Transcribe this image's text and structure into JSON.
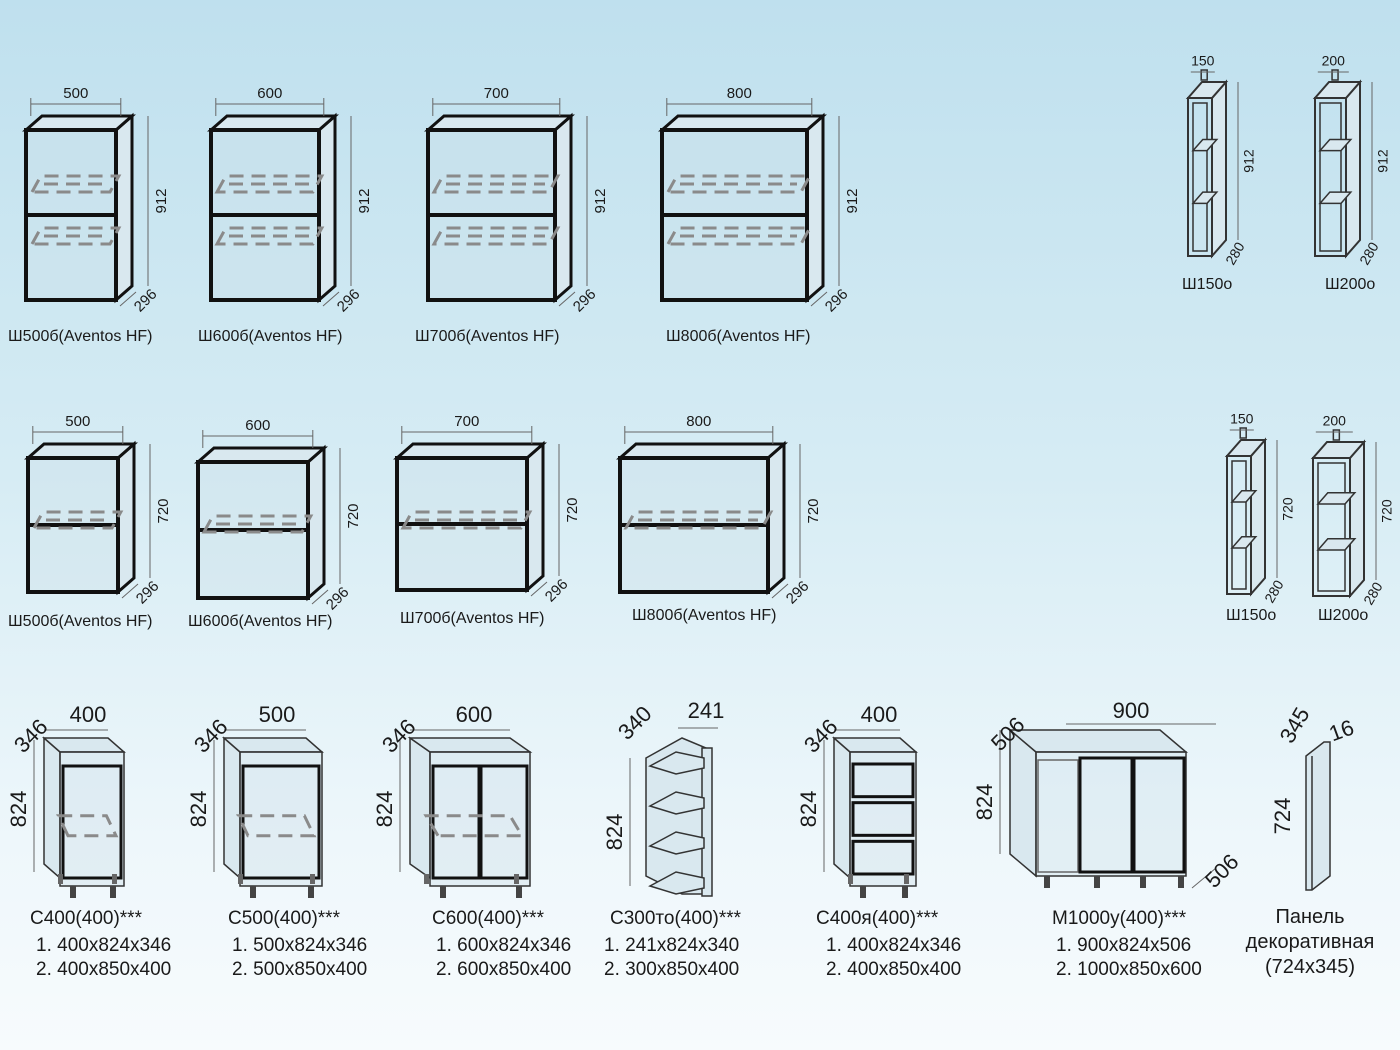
{
  "colors": {
    "cabinet_edge": "#111111",
    "cabinet_fill": "#ccdfe8",
    "side_fill": "#d9e8ef",
    "dim_line": "#666666",
    "shelf_dash": "#8a8a8a",
    "text": "#1a1a1a"
  },
  "wall_row_1": {
    "items": [
      {
        "name": "Ш500б(Aventos HF)",
        "width": "500",
        "height": "912",
        "depth": "296",
        "kind": "double",
        "shelves": 2
      },
      {
        "name": "Ш600б(Aventos HF)",
        "width": "600",
        "height": "912",
        "depth": "296",
        "kind": "double",
        "shelves": 2
      },
      {
        "name": "Ш700б(Aventos HF)",
        "width": "700",
        "height": "912",
        "depth": "296",
        "kind": "double",
        "shelves": 2
      },
      {
        "name": "Ш800б(Aventos HF)",
        "width": "800",
        "height": "912",
        "depth": "296",
        "kind": "double",
        "shelves": 2
      }
    ],
    "open": [
      {
        "name": "Ш150о",
        "width": "150",
        "height": "912",
        "depth": "280"
      },
      {
        "name": "Ш200о",
        "width": "200",
        "height": "912",
        "depth": "280"
      }
    ]
  },
  "wall_row_2": {
    "items": [
      {
        "name": "Ш500б(Aventos HF)",
        "width": "500",
        "height": "720",
        "depth": "296",
        "kind": "double",
        "shelves": 1
      },
      {
        "name": "Ш600б(Aventos HF)",
        "width": "600",
        "height": "720",
        "depth": "296",
        "kind": "double",
        "shelves": 1
      },
      {
        "name": "Ш700б(Aventos HF)",
        "width": "700",
        "height": "720",
        "depth": "296",
        "kind": "double",
        "shelves": 1
      },
      {
        "name": "Ш800б(Aventos HF)",
        "width": "800",
        "height": "720",
        "depth": "296",
        "kind": "double",
        "shelves": 1
      }
    ],
    "open": [
      {
        "name": "Ш150о",
        "width": "150",
        "height": "720",
        "depth": "280"
      },
      {
        "name": "Ш200о",
        "width": "200",
        "height": "720",
        "depth": "280"
      }
    ]
  },
  "base_row": {
    "items": [
      {
        "name": "С400(400)***",
        "width": "400",
        "height": "824",
        "depth": "346",
        "kind": "base1",
        "spec1": "1. 400х824х346",
        "spec2": "2. 400х850х400"
      },
      {
        "name": "С500(400)***",
        "width": "500",
        "height": "824",
        "depth": "346",
        "kind": "base1",
        "spec1": "1. 500х824х346",
        "spec2": "2. 500х850х400"
      },
      {
        "name": "С600(400)***",
        "width": "600",
        "height": "824",
        "depth": "346",
        "kind": "base2",
        "spec1": "1. 600х824х346",
        "spec2": "2. 600х850х400"
      },
      {
        "name": "С300то(400)***",
        "width": "241",
        "height": "824",
        "depth": "340",
        "kind": "end",
        "spec1": "1. 241х824х340",
        "spec2": "2. 300х850х400"
      },
      {
        "name": "С400я(400)***",
        "width": "400",
        "height": "824",
        "depth": "346",
        "kind": "drawers",
        "spec1": "1. 400х824х346",
        "spec2": "2. 400х850х400"
      },
      {
        "name": "М1000у(400)***",
        "width": "900",
        "height": "824",
        "depth": "506",
        "kind": "corner",
        "spec1": "1. 900х824х506",
        "spec2": "2. 1000х850х600"
      }
    ],
    "panel": {
      "line1": "Панель",
      "line2": "декоративная",
      "line3": "(724х345)",
      "height": "724",
      "depth": "345",
      "thickness": "16"
    }
  }
}
